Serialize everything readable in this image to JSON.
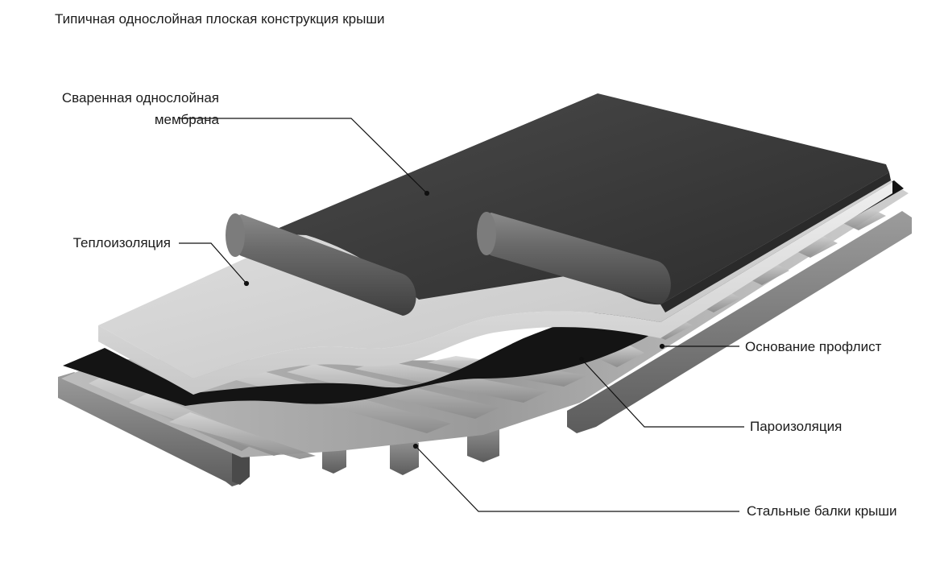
{
  "title": "Типичная однослойная плоская конструкция крыши",
  "labels": {
    "membrane_line1": "Сваренная однослойная",
    "membrane_line2": "мембрана",
    "insulation": "Теплоизоляция",
    "deck": "Основание профлист",
    "vapor_barrier": "Пароизоляция",
    "beams": "Стальные балки крыши"
  },
  "colors": {
    "membrane": "#3a3a3a",
    "insulation": "#d4d4d4",
    "vapor_barrier": "#141414",
    "deck": "#9a9a9a",
    "beams": "#7a7a7a",
    "leader_line": "#111111"
  }
}
